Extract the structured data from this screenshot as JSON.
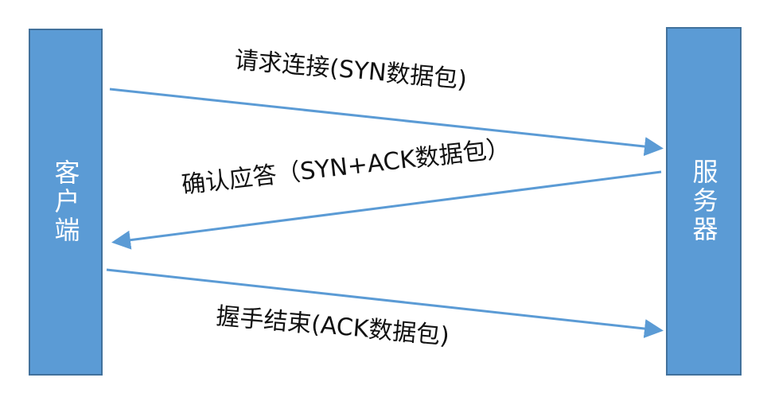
{
  "client": {
    "label": "客户端"
  },
  "server": {
    "label": "服务器"
  },
  "messages": [
    {
      "label": "请求连接(SYN数据包)",
      "direction": "client-to-server"
    },
    {
      "label": "确认应答（SYN+ACK数据包）",
      "direction": "server-to-client"
    },
    {
      "label": "握手结束(ACK数据包)",
      "direction": "client-to-server"
    }
  ],
  "colors": {
    "lane_fill": "#5b9bd5",
    "lane_border": "#41719c",
    "arrow": "#5b9bd5",
    "text": "#111111"
  }
}
